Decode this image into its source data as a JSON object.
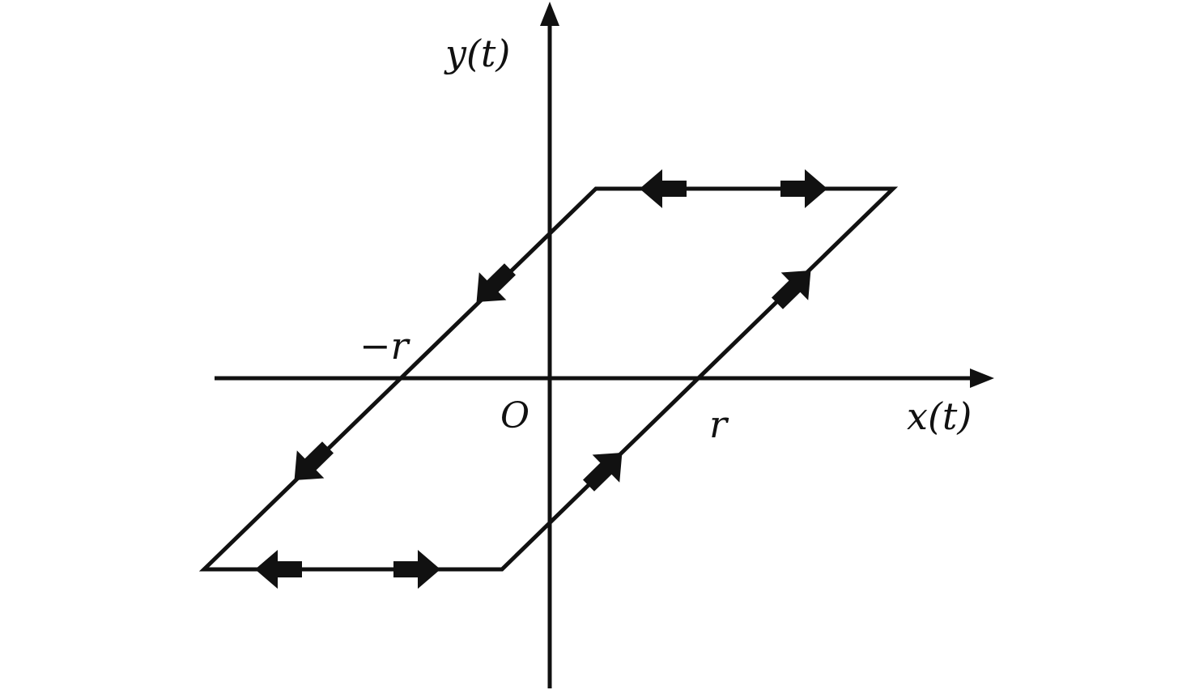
{
  "diagram": {
    "labels": {
      "y_axis": "y(t)",
      "x_axis": "x(t)",
      "origin": "O",
      "pos_r": "r",
      "neg_r": "−r"
    },
    "colors": {
      "stroke": "#111111",
      "background": "#ffffff"
    }
  }
}
